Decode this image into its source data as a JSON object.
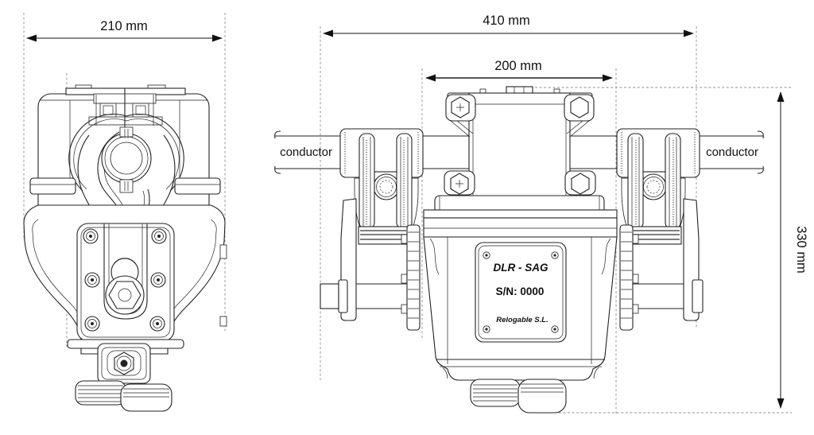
{
  "figure": {
    "type": "technical-drawing",
    "device": "DLR-SAG conductor-mounted device, front and side orthographic views"
  },
  "front_view": {
    "width_dim": "210 mm"
  },
  "side_view": {
    "overall_width_dim": "410 mm",
    "body_width_dim": "200 mm",
    "height_dim": "330 mm",
    "conductor_left": "conductor",
    "conductor_right": "conductor",
    "nameplate": {
      "model": "DLR - SAG",
      "serial": "S/N: 0000",
      "manufacturer": "Relogable S.L."
    }
  },
  "colors": {
    "background": "#ffffff",
    "linework": "#222222",
    "construction_line": "#8f8f8f",
    "dimension_line": "#111111",
    "dimension_line_gray": "#7d7d7d"
  }
}
